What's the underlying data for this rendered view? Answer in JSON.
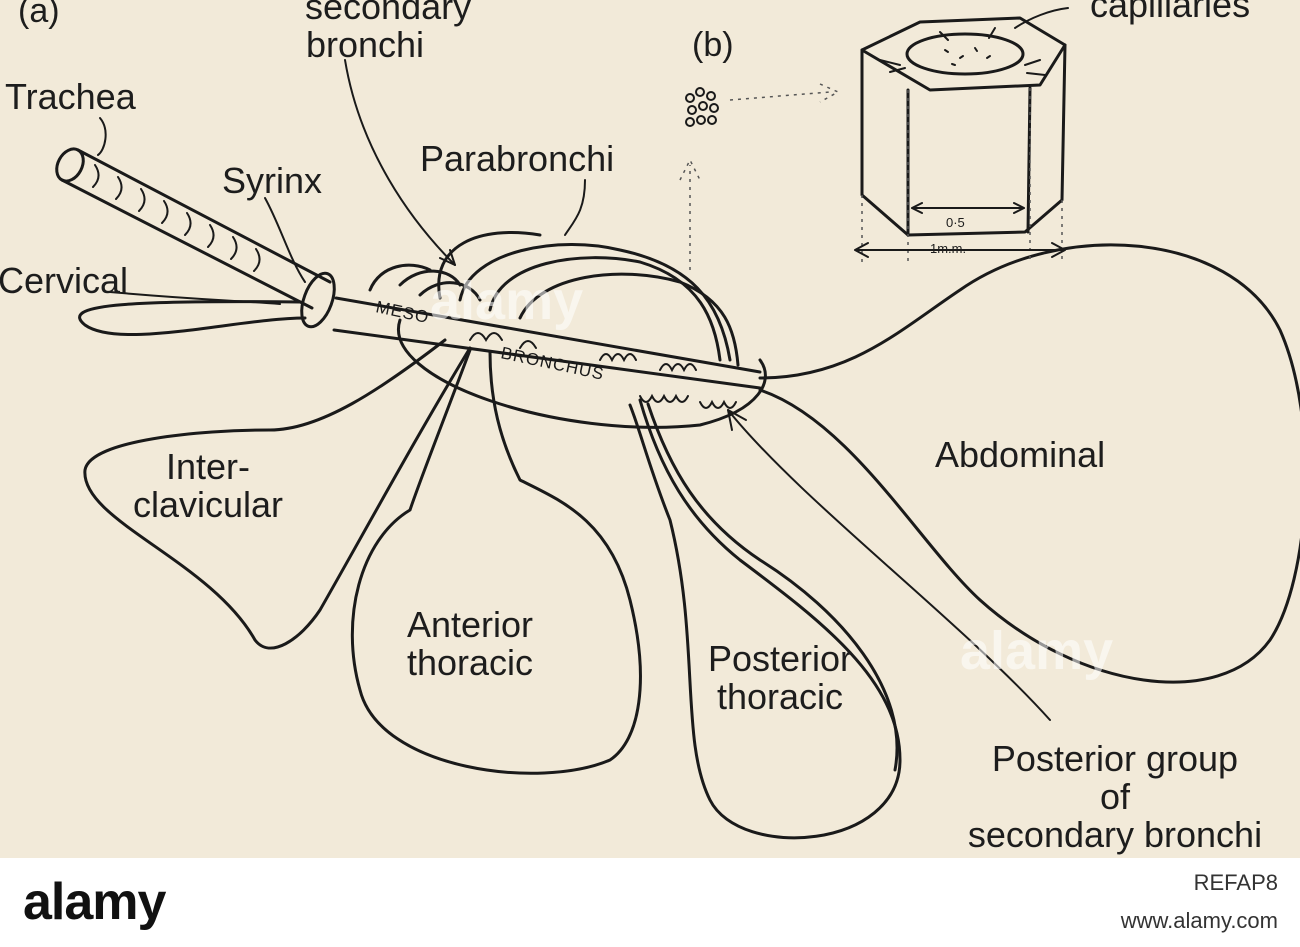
{
  "labels": {
    "panel_a": "(a)",
    "secondary_bronchi_top": [
      "secondary",
      "bronchi"
    ],
    "panel_b": "(b)",
    "capillaries": "capillaries",
    "trachea": "Trachea",
    "syrinx": "Syrinx",
    "parabronchi": "Parabronchi",
    "cervical": "Cervical",
    "dim_inner": "0·5",
    "dim_outer": "1m.m.",
    "meso": "MESO",
    "bronchus": "BRONCHUS",
    "abdominal": "Abdominal",
    "interclavicular": [
      "Inter-",
      "clavicular"
    ],
    "anterior_thoracic": [
      "Anterior",
      "thoracic"
    ],
    "posterior_thoracic": [
      "Posterior",
      "thoracic"
    ],
    "posterior_group": [
      "Posterior group",
      "of",
      "secondary bronchi"
    ]
  },
  "watermark": {
    "brand": "alamy",
    "image_id": "REFAP8",
    "url": "www.alamy.com"
  }
}
